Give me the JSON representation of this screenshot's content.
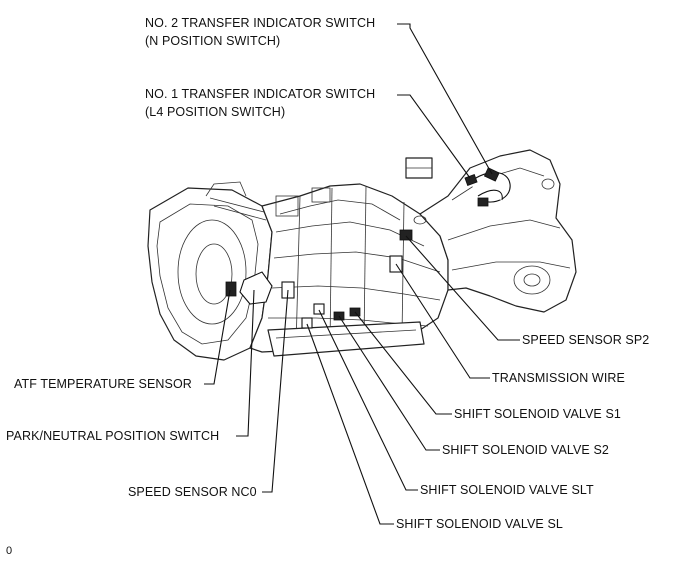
{
  "labels": {
    "no2_switch_line1": "NO. 2 TRANSFER INDICATOR SWITCH",
    "no2_switch_line2": "(N POSITION SWITCH)",
    "no1_switch_line1": "NO. 1 TRANSFER INDICATOR SWITCH",
    "no1_switch_line2": "(L4 POSITION SWITCH)",
    "speed_sensor_sp2": "SPEED SENSOR SP2",
    "transmission_wire": "TRANSMISSION WIRE",
    "shift_solenoid_s1": "SHIFT SOLENOID VALVE S1",
    "shift_solenoid_s2": "SHIFT SOLENOID VALVE S2",
    "shift_solenoid_slt": "SHIFT SOLENOID VALVE SLT",
    "shift_solenoid_sl": "SHIFT SOLENOID VALVE SL",
    "speed_sensor_nc0": "SPEED SENSOR NC0",
    "park_neutral_switch": "PARK/NEUTRAL POSITION SWITCH",
    "atf_temp_sensor": "ATF TEMPERATURE SENSOR"
  },
  "figure_code": "0"
}
